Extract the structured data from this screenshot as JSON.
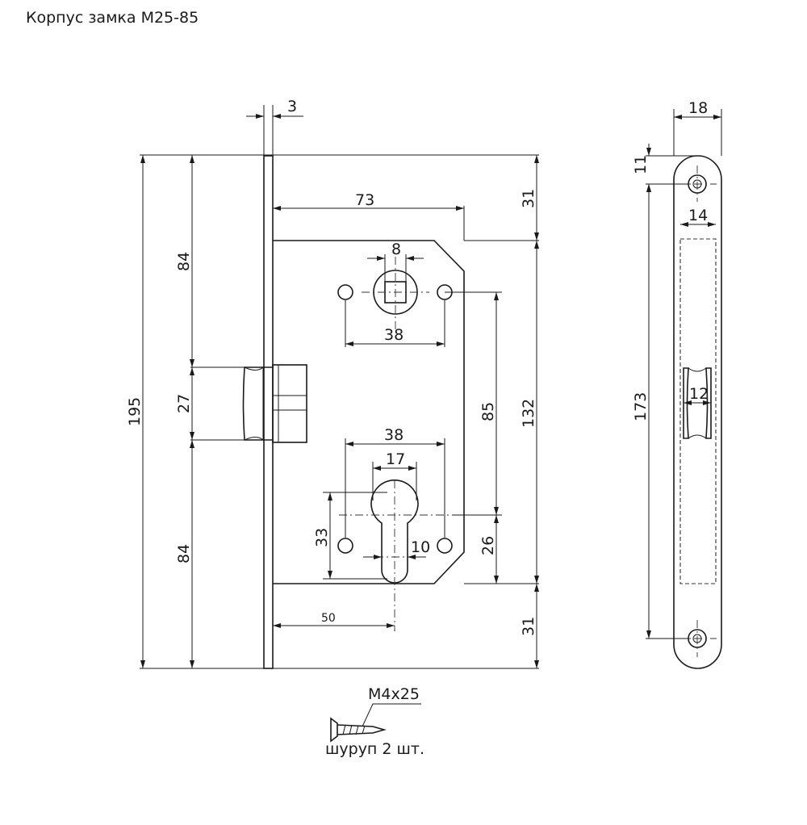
{
  "title": "Корпус замка M25-85",
  "front_view": {
    "dims": {
      "faceplate_thickness": "3",
      "to_edge": "73",
      "spindle_square": "8",
      "top_holes_spacing": "38",
      "top_gap": "31",
      "upper_84": "84",
      "latch_27": "27",
      "lower_84": "84",
      "total_195": "195",
      "cyl_holes_spacing": "38",
      "cyl_17": "17",
      "cyl_33": "33",
      "cyl_10": "10",
      "center_85": "85",
      "case_132": "132",
      "cyl_26": "26",
      "bottom_gap": "31",
      "backset_50": "50"
    }
  },
  "side_view": {
    "dims": {
      "width_18": "18",
      "hole_11": "11",
      "slot_14": "14",
      "latch_12": "12",
      "holes_173": "173"
    }
  },
  "screw": {
    "spec": "M4x25",
    "label": "шуруп 2 шт."
  }
}
